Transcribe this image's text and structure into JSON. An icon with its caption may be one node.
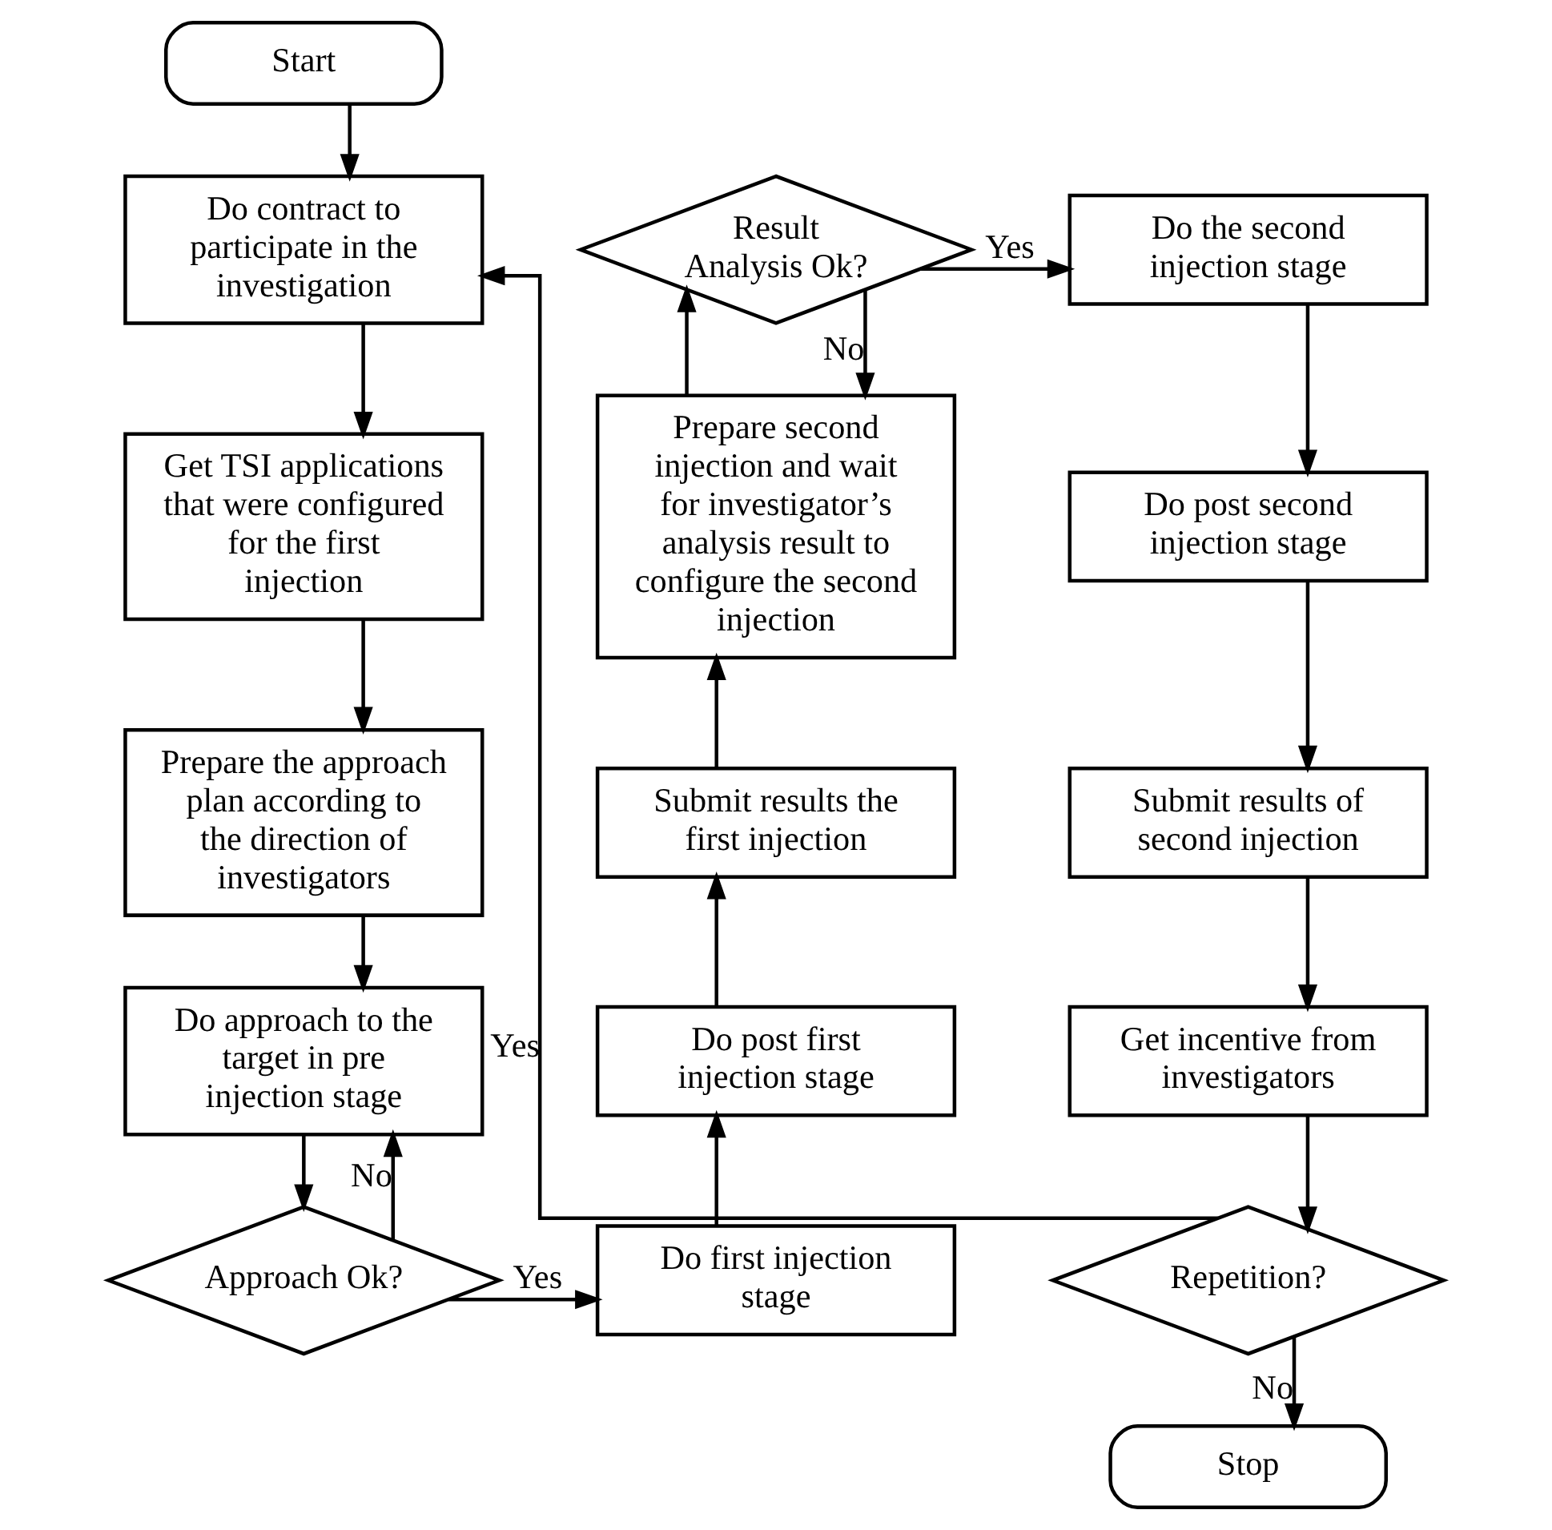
{
  "diagram": {
    "nodes": [
      {
        "text": [
          "Start"
        ]
      },
      {
        "text": [
          "Do contract to participate in the investigation"
        ]
      },
      {
        "text": [
          "Get TSI applications that were configured for the first injection"
        ]
      },
      {
        "text": [
          "Prepare the approach plan according to the direction of investigators"
        ]
      },
      {
        "text": [
          "Do approach to the target in pre injection stage"
        ]
      },
      {
        "text": [
          "Approach Ok?"
        ]
      },
      {
        "text": [
          "Do first injection stage"
        ]
      },
      {
        "text": [
          "Do post first injection stage"
        ]
      },
      {
        "text": [
          "Submit results the first injection"
        ]
      },
      {
        "text": [
          "Prepare second injection and wait for investigator’s analysis result to configure the second injection"
        ]
      },
      {
        "text": [
          "Result Analysis Ok?"
        ]
      },
      {
        "text": [
          "Do the second injection stage"
        ]
      },
      {
        "text": [
          "Do post second injection stage"
        ]
      },
      {
        "text": [
          "Submit results of second injection"
        ]
      },
      {
        "text": [
          "Get incentive from investigators"
        ]
      },
      {
        "text": [
          "Repetition?"
        ]
      },
      {
        "text": [
          "Stop"
        ]
      }
    ],
    "edges": [
      {
        "from": 0,
        "to": 1,
        "arrow": "to"
      },
      {
        "from": 1,
        "to": 2,
        "arrow": "to"
      },
      {
        "from": 2,
        "to": 3,
        "arrow": "to"
      },
      {
        "from": 3,
        "to": 4,
        "arrow": "to"
      },
      {
        "from": 4,
        "to": 5,
        "arrow": "to"
      },
      {
        "from": 5,
        "to": 4,
        "label": "No",
        "arrow": "to"
      },
      {
        "from": 5,
        "to": 6,
        "label": "Yes",
        "arrow": "to"
      },
      {
        "from": 6,
        "to": 7,
        "arrow": "to"
      },
      {
        "from": 7,
        "to": 8,
        "arrow": "to"
      },
      {
        "from": 8,
        "to": 9,
        "arrow": "to"
      },
      {
        "from": 9,
        "to": 10,
        "arrow": "to"
      },
      {
        "from": 10,
        "to": 9,
        "label": "No",
        "arrow": "to"
      },
      {
        "from": 10,
        "to": 11,
        "label": "Yes",
        "arrow": "to"
      },
      {
        "from": 11,
        "to": 12,
        "arrow": "to"
      },
      {
        "from": 12,
        "to": 13,
        "arrow": "to"
      },
      {
        "from": 13,
        "to": 14,
        "arrow": "to"
      },
      {
        "from": 14,
        "to": 15,
        "arrow": "to"
      },
      {
        "from": 15,
        "to": 16,
        "label": "No",
        "arrow": "to"
      },
      {
        "from": 15,
        "to": 1,
        "label": "Yes",
        "arrow": "to"
      }
    ]
  }
}
